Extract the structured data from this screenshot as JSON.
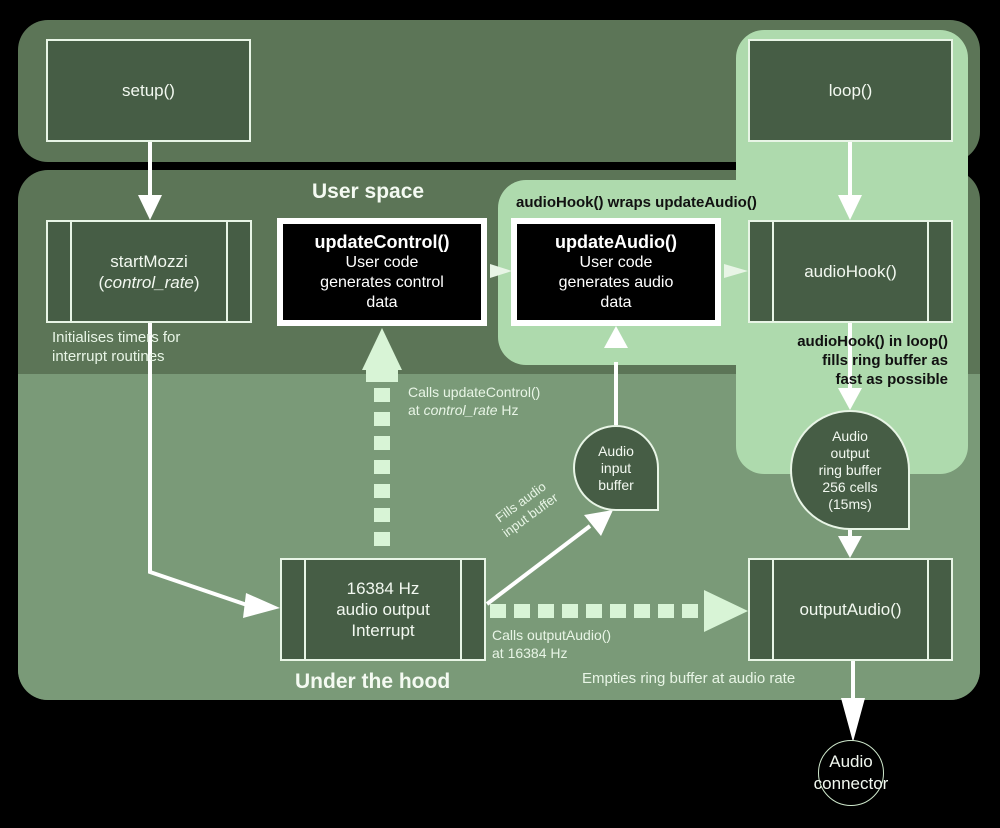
{
  "regions": {
    "user_space": "User space",
    "under_the_hood": "Under the hood",
    "audiohook_wraps": "audioHook() wraps updateAudio()"
  },
  "boxes": {
    "setup": "setup()",
    "loop": "loop()",
    "start_mozzi_line1": "startMozzi",
    "start_mozzi_paren_open": "(",
    "start_mozzi_arg": "control_rate",
    "start_mozzi_paren_close": ")",
    "update_control": {
      "title": "updateControl()",
      "line1": "User code",
      "line2": "generates control",
      "line3": "data"
    },
    "update_audio": {
      "title": "updateAudio()",
      "line1": "User code",
      "line2": "generates audio",
      "line3": "data"
    },
    "audio_hook": "audioHook()",
    "interrupt": {
      "line1": "16384 Hz",
      "line2": "audio output",
      "line3": "Interrupt"
    },
    "output_audio": "outputAudio()"
  },
  "bubbles": {
    "audio_input": {
      "line1": "Audio",
      "line2": "input",
      "line3": "buffer"
    },
    "ring_buffer": {
      "line1": "Audio",
      "line2": "output",
      "line3": "ring buffer",
      "line4": "256 cells",
      "line5": "(15ms)"
    },
    "connector": {
      "line1": "Audio",
      "line2": "connector"
    }
  },
  "annotations": {
    "init_timers_1": "Initialises timers for",
    "init_timers_2": "interrupt routines",
    "calls_update_control_1": "Calls updateControl()",
    "calls_update_control_at": "at ",
    "calls_update_control_rate": "control_rate",
    "calls_update_control_hz": " Hz",
    "audiohook_loop_1": "audioHook() in loop()",
    "audiohook_loop_2": "fills ring buffer as",
    "audiohook_loop_3": "fast as possible",
    "fills_audio_1": "Fills audio",
    "fills_audio_2": "input buffer",
    "calls_output_audio_1": "Calls outputAudio()",
    "calls_output_audio_2": "at 16384 Hz",
    "empties_ring": "Empties ring buffer at audio rate"
  }
}
